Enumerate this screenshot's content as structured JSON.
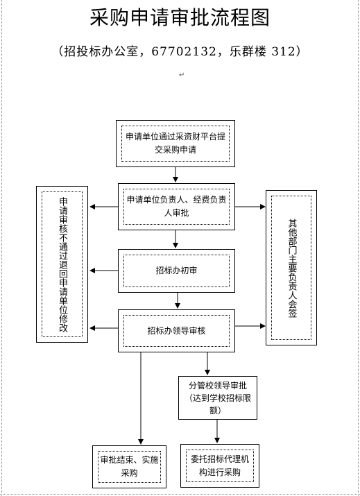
{
  "title": "采购申请审批流程图",
  "subtitle": "（招投标办公室，67702132，乐群楼 312）",
  "nodes": {
    "submit": "申请单位通过采资财平台提交采购申请",
    "unit_head": "申请单位负责人、经费负责人审批",
    "rejected": "申请审核不通过退回申请单位修改",
    "other_dept": "其他部门主要负责人会签",
    "initial_review": "招标办初审",
    "leader_review": "招标办领导审核",
    "vp_review": "分管校领导审批（达到学校招标限额）",
    "end_purchase": "审批结束、实施采购",
    "agent_purchase": "委托招标代理机构进行采购"
  }
}
